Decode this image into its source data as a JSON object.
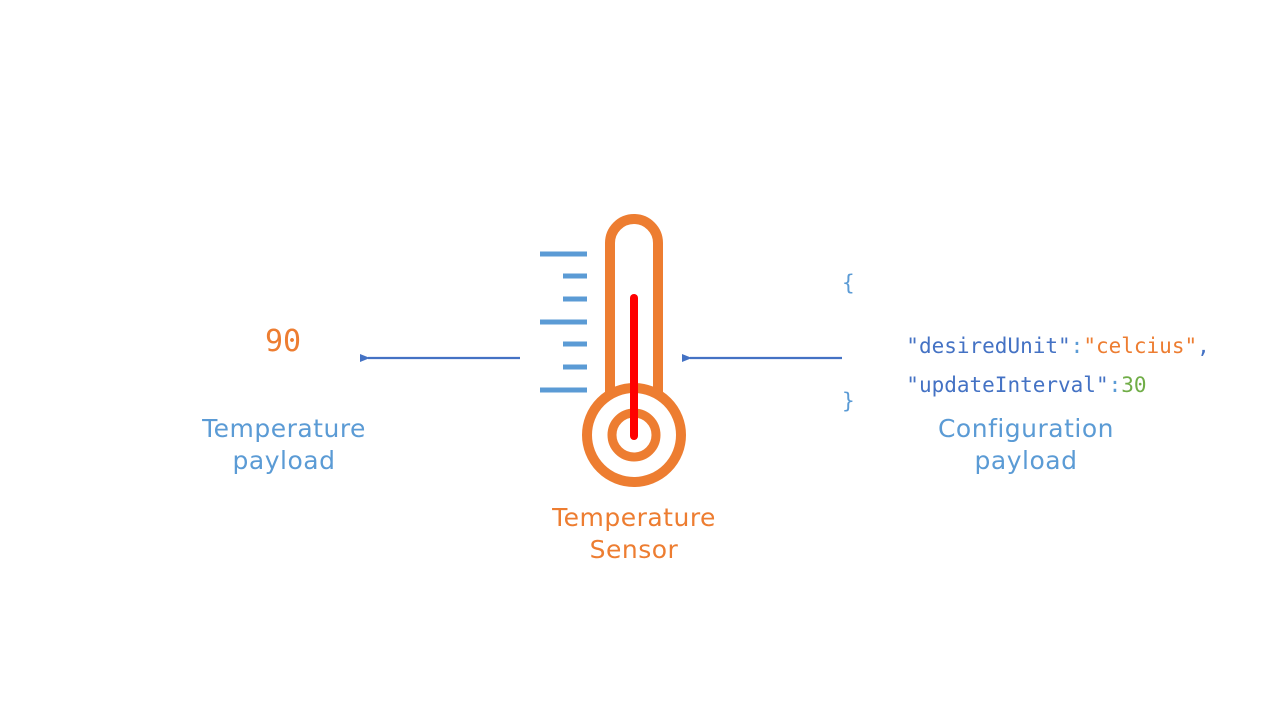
{
  "colors": {
    "blue_label": "#5b9bd5",
    "orange": "#ed7d31",
    "dark_blue": "#4472c4",
    "mercury_red": "#ff0000",
    "green_number": "#70ad47"
  },
  "left": {
    "value": "90",
    "label_line1": "Temperature",
    "label_line2": "payload"
  },
  "center": {
    "icon": "thermometer-icon",
    "label_line1": "Temperature",
    "label_line2": "Sensor"
  },
  "right": {
    "label_line1": "Configuration",
    "label_line2": "payload",
    "json": {
      "open_brace": "{",
      "close_brace": "}",
      "key1": "\"desiredUnit\"",
      "colon1": ":",
      "value1": "\"celcius\"",
      "comma1": ",",
      "key2": "\"updateInterval\"",
      "colon2": ":",
      "value2": "30"
    }
  }
}
